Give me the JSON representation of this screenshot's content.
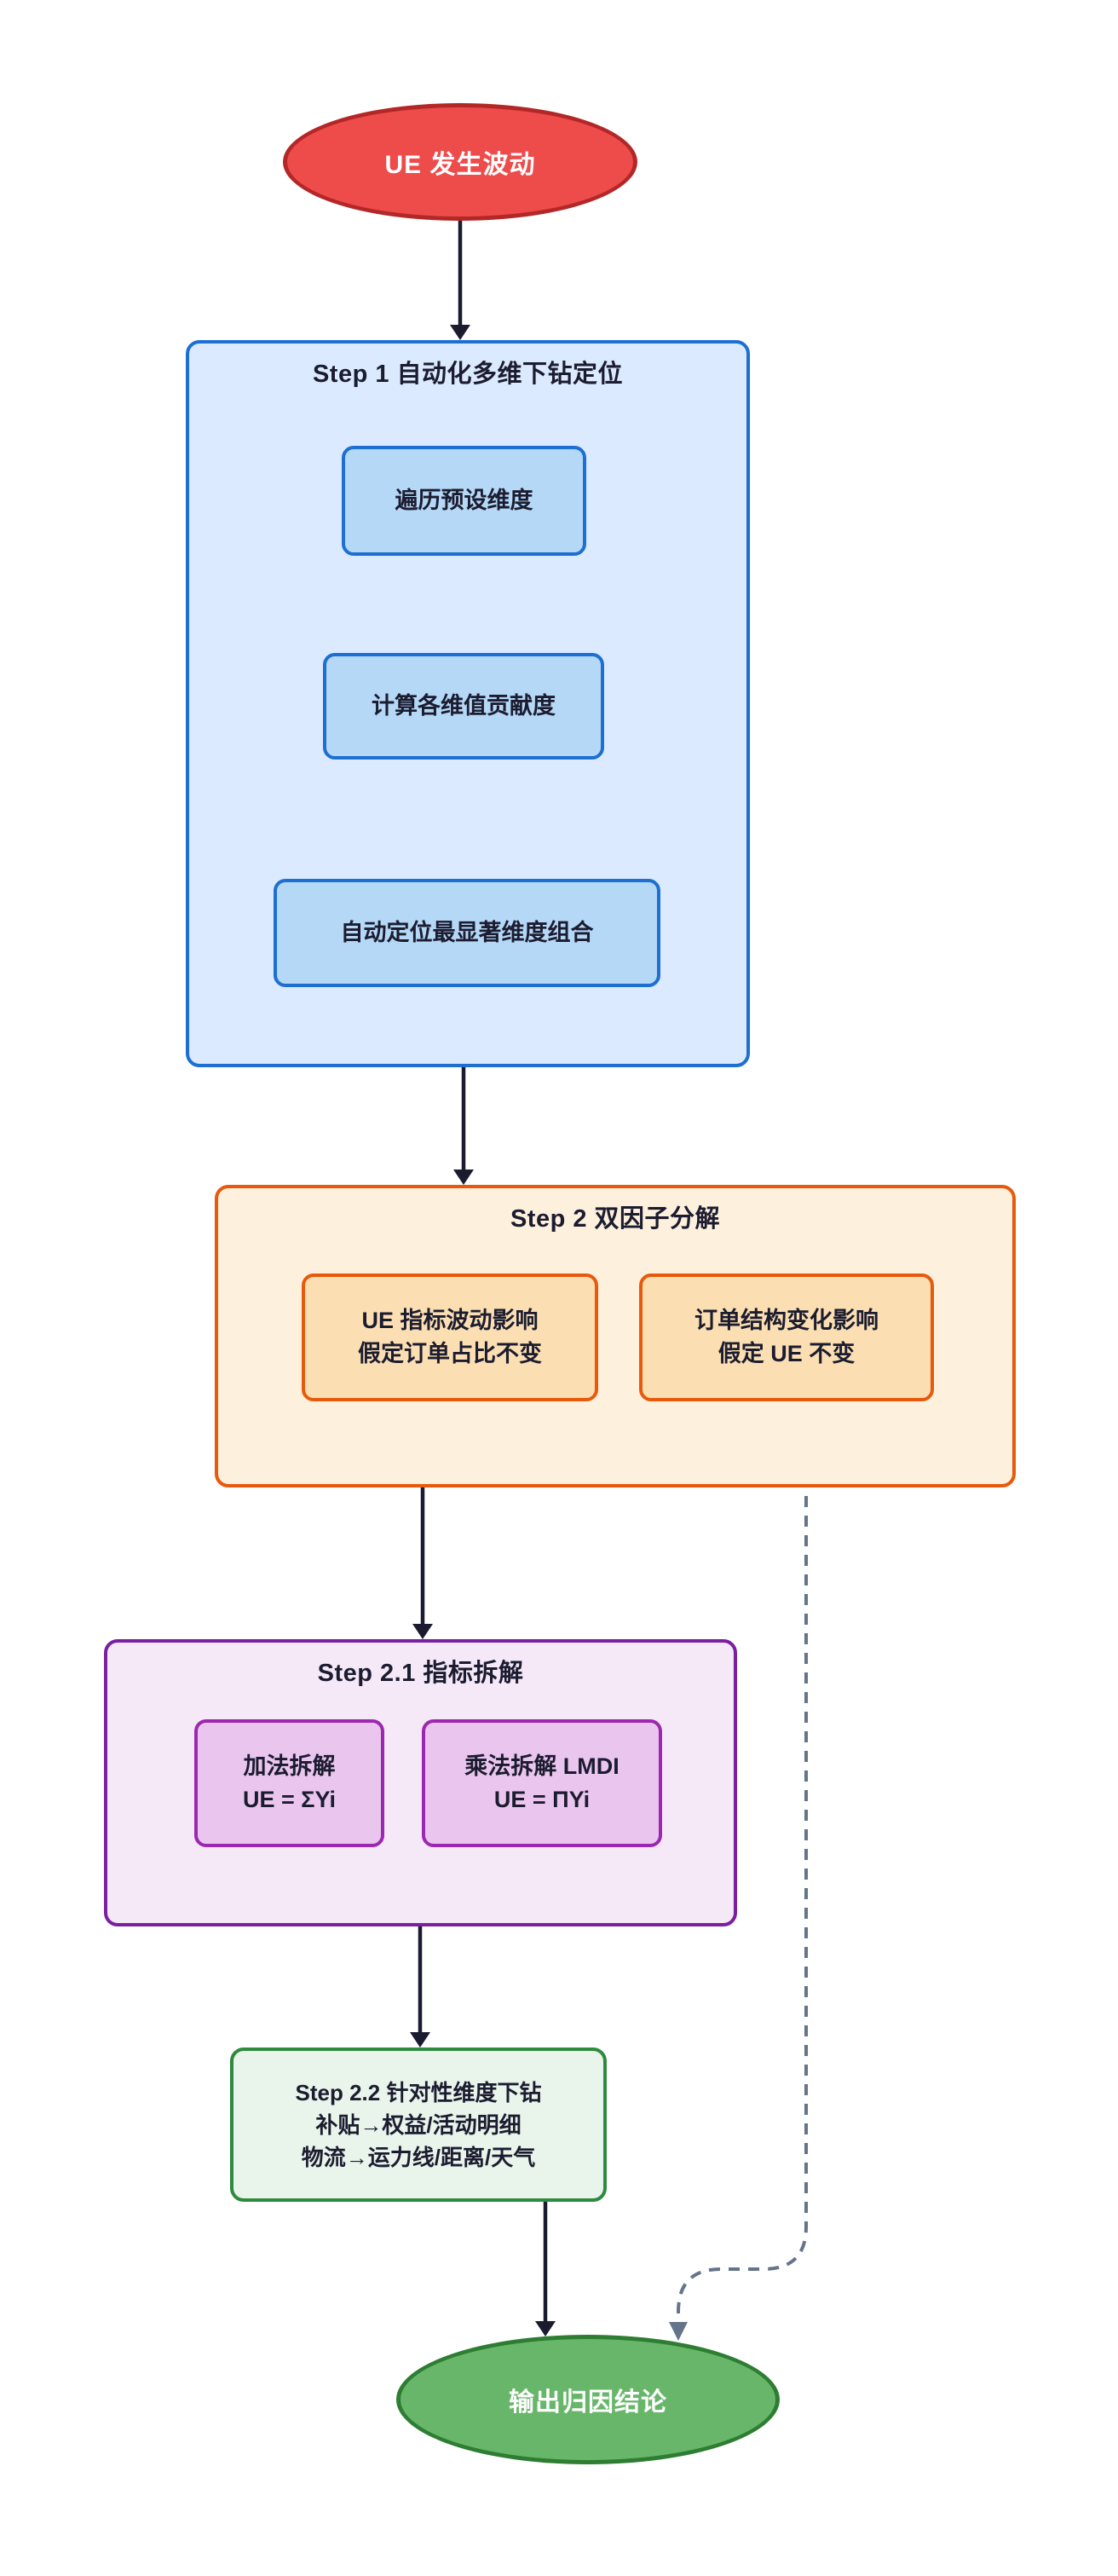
{
  "diagram": {
    "start": {
      "label": "UE 发生波动"
    },
    "step1": {
      "title": "Step 1 自动化多维下钻定位",
      "nodes": [
        {
          "label": "遍历预设维度"
        },
        {
          "label": "计算各维值贡献度"
        },
        {
          "label": "自动定位最显著维度组合"
        }
      ]
    },
    "step2": {
      "title": "Step 2 双因子分解",
      "ue_impact": {
        "lines": [
          "UE 指标波动影响",
          "假定订单占比不变"
        ]
      },
      "structure_impact": {
        "lines": [
          "订单结构变化影响",
          "假定 UE 不变"
        ]
      }
    },
    "step21": {
      "title": "Step 2.1 指标拆解",
      "additive": {
        "line1": "加法拆解",
        "formula": "UE = ΣYi"
      },
      "multiplicative": {
        "line1": "乘法拆解 LMDI",
        "formula": "UE = ΠYi"
      }
    },
    "step22": {
      "title_bold": "Step 2.2",
      "title_rest": " 针对性维度下钻",
      "lines": [
        "补贴→权益/活动明细",
        "物流→运力线/距离/天气"
      ]
    },
    "end": {
      "label": "输出归因结论"
    }
  },
  "colors": {
    "start-fill": "#ee4b4b",
    "start-stroke": "#b32727",
    "blue-container-fill": "#dbeafe",
    "blue-node-fill": "#b4d8f6",
    "blue-stroke": "#1d6fd1",
    "orange-container-fill": "#fdf1dd",
    "orange-node-fill": "#fbdfb2",
    "orange-stroke": "#e8590c",
    "purple-container-fill": "#f5e9f7",
    "purple-container-stroke": "#7b1fa2",
    "purple-node-fill": "#eac6ee",
    "purple-node-stroke": "#9c27b0",
    "green-node-fill": "#e9f4ea",
    "green-stroke": "#2e8b3e",
    "end-fill": "#67b669",
    "end-stroke": "#2d7d32",
    "edge-color": "#1b1b30",
    "dashed-edge-color": "#64748b",
    "text-color": "#1c1c30"
  }
}
